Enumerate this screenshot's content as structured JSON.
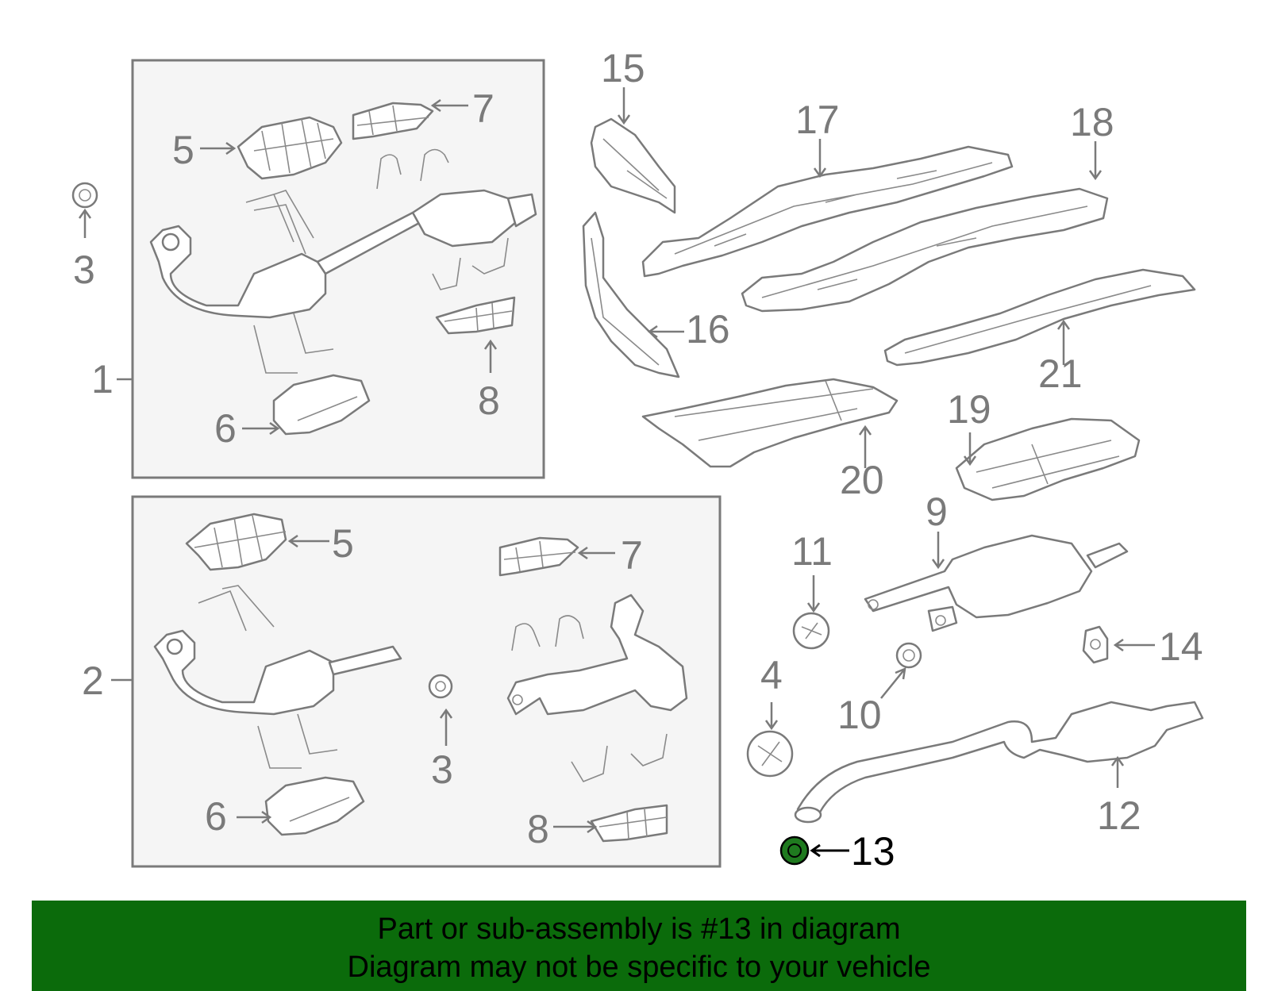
{
  "colors": {
    "banner_bg": "#0b6b0b",
    "line": "#7a7a7a",
    "highlight_part": "#1f7a1f",
    "highlight_text": "#000000"
  },
  "callouts": {
    "c1": "1",
    "c2": "2",
    "c3a": "3",
    "c3b": "3",
    "c4": "4",
    "c5a": "5",
    "c5b": "5",
    "c6a": "6",
    "c6b": "6",
    "c7a": "7",
    "c7b": "7",
    "c8a": "8",
    "c8b": "8",
    "c9": "9",
    "c10": "10",
    "c11": "11",
    "c12": "12",
    "c13": "13",
    "c14": "14",
    "c15": "15",
    "c16": "16",
    "c17": "17",
    "c18": "18",
    "c19": "19",
    "c20": "20",
    "c21": "21"
  },
  "banner": {
    "line1": "Part or sub-assembly is #13 in diagram",
    "line2": "Diagram may not be specific to your vehicle"
  }
}
